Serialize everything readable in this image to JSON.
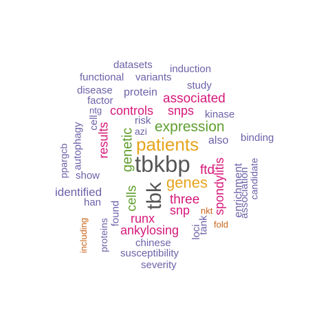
{
  "colors": {
    "dark": "#555555",
    "orange": "#e6a31c",
    "green": "#5f9e2d",
    "magenta": "#d6187a",
    "purple": "#6b62a8",
    "brown": "#c8651b"
  },
  "words": [
    {
      "text": "tbkbp",
      "color": "dark",
      "rotated": false
    },
    {
      "text": "tbk",
      "color": "dark",
      "rotated": true
    },
    {
      "text": "patients",
      "color": "orange",
      "rotated": false
    },
    {
      "text": "genes",
      "color": "orange",
      "rotated": false
    },
    {
      "text": "expression",
      "color": "green",
      "rotated": false
    },
    {
      "text": "genetic",
      "color": "green",
      "rotated": true
    },
    {
      "text": "cells",
      "color": "green",
      "rotated": true
    },
    {
      "text": "ftd",
      "color": "magenta",
      "rotated": false
    },
    {
      "text": "associated",
      "color": "magenta",
      "rotated": false
    },
    {
      "text": "controls",
      "color": "magenta",
      "rotated": false
    },
    {
      "text": "snps",
      "color": "magenta",
      "rotated": false
    },
    {
      "text": "results",
      "color": "magenta",
      "rotated": true
    },
    {
      "text": "three",
      "color": "magenta",
      "rotated": false
    },
    {
      "text": "snp",
      "color": "magenta",
      "rotated": false
    },
    {
      "text": "runx",
      "color": "magenta",
      "rotated": false
    },
    {
      "text": "ankylosing",
      "color": "magenta",
      "rotated": false
    },
    {
      "text": "spondylitis",
      "color": "magenta",
      "rotated": true
    },
    {
      "text": "datasets",
      "color": "purple",
      "rotated": false
    },
    {
      "text": "induction",
      "color": "purple",
      "rotated": false
    },
    {
      "text": "functional",
      "color": "purple",
      "rotated": false
    },
    {
      "text": "variants",
      "color": "purple",
      "rotated": false
    },
    {
      "text": "study",
      "color": "purple",
      "rotated": false
    },
    {
      "text": "disease",
      "color": "purple",
      "rotated": false
    },
    {
      "text": "protein",
      "color": "purple",
      "rotated": false
    },
    {
      "text": "factor",
      "color": "purple",
      "rotated": false
    },
    {
      "text": "ntg",
      "color": "purple",
      "rotated": false
    },
    {
      "text": "kinase",
      "color": "purple",
      "rotated": false
    },
    {
      "text": "cell",
      "color": "purple",
      "rotated": true
    },
    {
      "text": "risk",
      "color": "purple",
      "rotated": false
    },
    {
      "text": "azi",
      "color": "purple",
      "rotated": false
    },
    {
      "text": "binding",
      "color": "purple",
      "rotated": false
    },
    {
      "text": "also",
      "color": "purple",
      "rotated": false
    },
    {
      "text": "autophagy",
      "color": "purple",
      "rotated": true
    },
    {
      "text": "ppargcb",
      "color": "purple",
      "rotated": true
    },
    {
      "text": "show",
      "color": "purple",
      "rotated": false
    },
    {
      "text": "enrichment",
      "color": "purple",
      "rotated": true
    },
    {
      "text": "association",
      "color": "purple",
      "rotated": true
    },
    {
      "text": "candidate",
      "color": "purple",
      "rotated": true
    },
    {
      "text": "identified",
      "color": "purple",
      "rotated": false
    },
    {
      "text": "han",
      "color": "purple",
      "rotated": false
    },
    {
      "text": "found",
      "color": "purple",
      "rotated": true
    },
    {
      "text": "tank",
      "color": "purple",
      "rotated": true
    },
    {
      "text": "loci",
      "color": "purple",
      "rotated": true
    },
    {
      "text": "proteins",
      "color": "purple",
      "rotated": true
    },
    {
      "text": "chinese",
      "color": "purple",
      "rotated": false
    },
    {
      "text": "susceptibility",
      "color": "purple",
      "rotated": false
    },
    {
      "text": "severity",
      "color": "purple",
      "rotated": false
    },
    {
      "text": "including",
      "color": "brown",
      "rotated": true
    },
    {
      "text": "nkt",
      "color": "brown",
      "rotated": false
    },
    {
      "text": "fold",
      "color": "brown",
      "rotated": false
    }
  ]
}
